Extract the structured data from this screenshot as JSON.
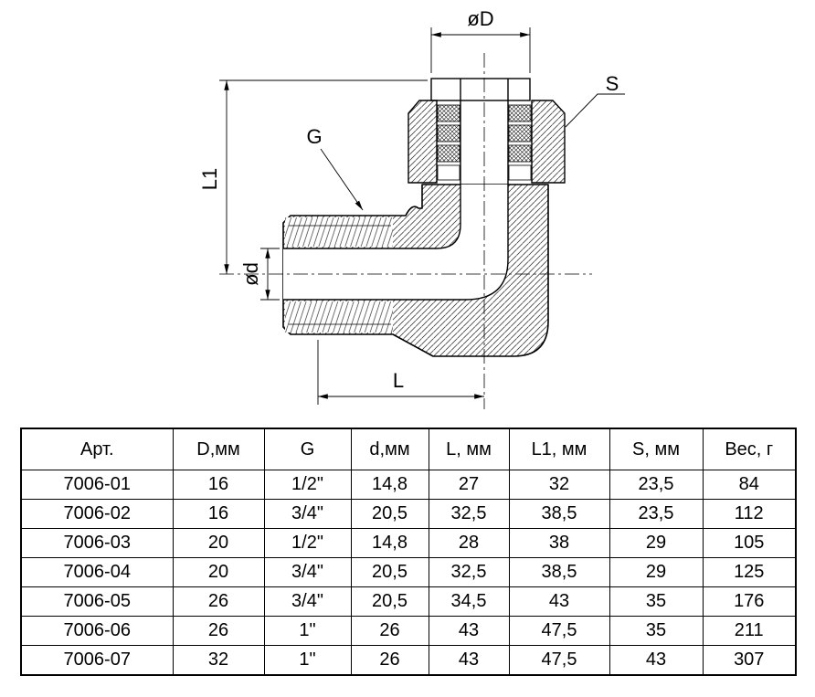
{
  "drawing": {
    "labels": {
      "outer_diameter": "øD",
      "wrench_size": "S",
      "thread": "G",
      "inner_diameter": "ød",
      "height": "L1",
      "length": "L"
    }
  },
  "table": {
    "headers": [
      "Арт.",
      "D,мм",
      "G",
      "d,мм",
      "L, мм",
      "L1, мм",
      "S, мм",
      "Вес, г"
    ],
    "rows": [
      [
        "7006-01",
        "16",
        "1/2\"",
        "14,8",
        "27",
        "32",
        "23,5",
        "84"
      ],
      [
        "7006-02",
        "16",
        "3/4\"",
        "20,5",
        "32,5",
        "38,5",
        "23,5",
        "112"
      ],
      [
        "7006-03",
        "20",
        "1/2\"",
        "14,8",
        "28",
        "38",
        "29",
        "105"
      ],
      [
        "7006-04",
        "20",
        "3/4\"",
        "20,5",
        "32,5",
        "38,5",
        "29",
        "125"
      ],
      [
        "7006-05",
        "26",
        "3/4\"",
        "20,5",
        "34,5",
        "43",
        "35",
        "176"
      ],
      [
        "7006-06",
        "26",
        "1\"",
        "26",
        "43",
        "47,5",
        "35",
        "211"
      ],
      [
        "7006-07",
        "32",
        "1\"",
        "26",
        "43",
        "47,5",
        "43",
        "307"
      ]
    ]
  }
}
